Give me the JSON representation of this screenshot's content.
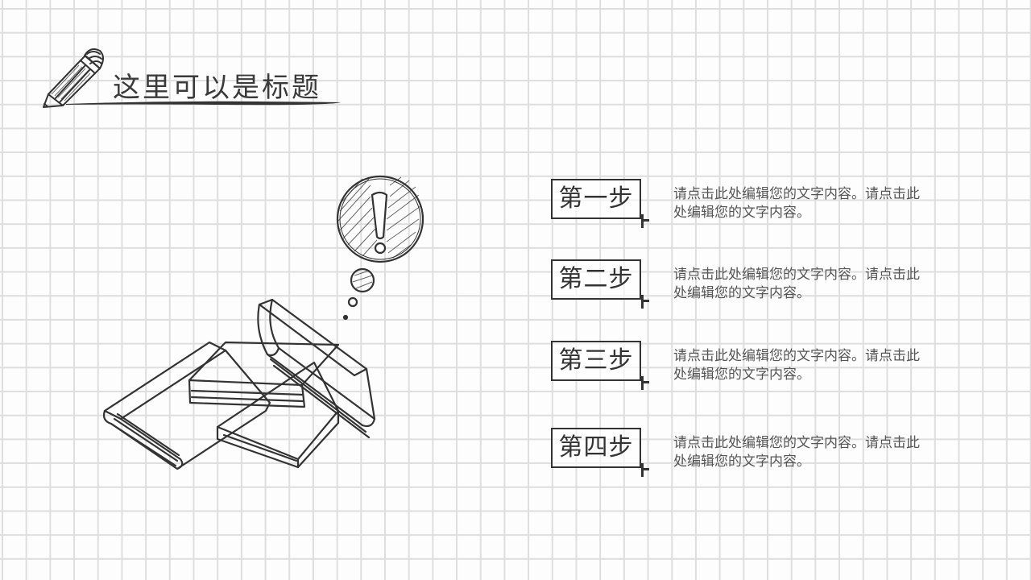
{
  "title": "这里可以是标题",
  "steps": [
    {
      "label": "第一步",
      "text": "请点击此处编辑您的文字内容。请点击此处编辑您的文字内容。"
    },
    {
      "label": "第二步",
      "text": "请点击此处编辑您的文字内容。请点击此处编辑您的文字内容。"
    },
    {
      "label": "第三步",
      "text": "请点击此处编辑您的文字内容。请点击此处编辑您的文字内容。"
    },
    {
      "label": "第四步",
      "text": "请点击此处编辑您的文字内容。请点击此处编辑您的文字内容。"
    }
  ],
  "colors": {
    "ink": "#333333",
    "grid": "#dedede",
    "background": "#fdfdfd",
    "body_text": "#555555"
  },
  "icons": [
    "pencil-icon",
    "books-illustration",
    "exclamation-thought-bubble-icon"
  ]
}
